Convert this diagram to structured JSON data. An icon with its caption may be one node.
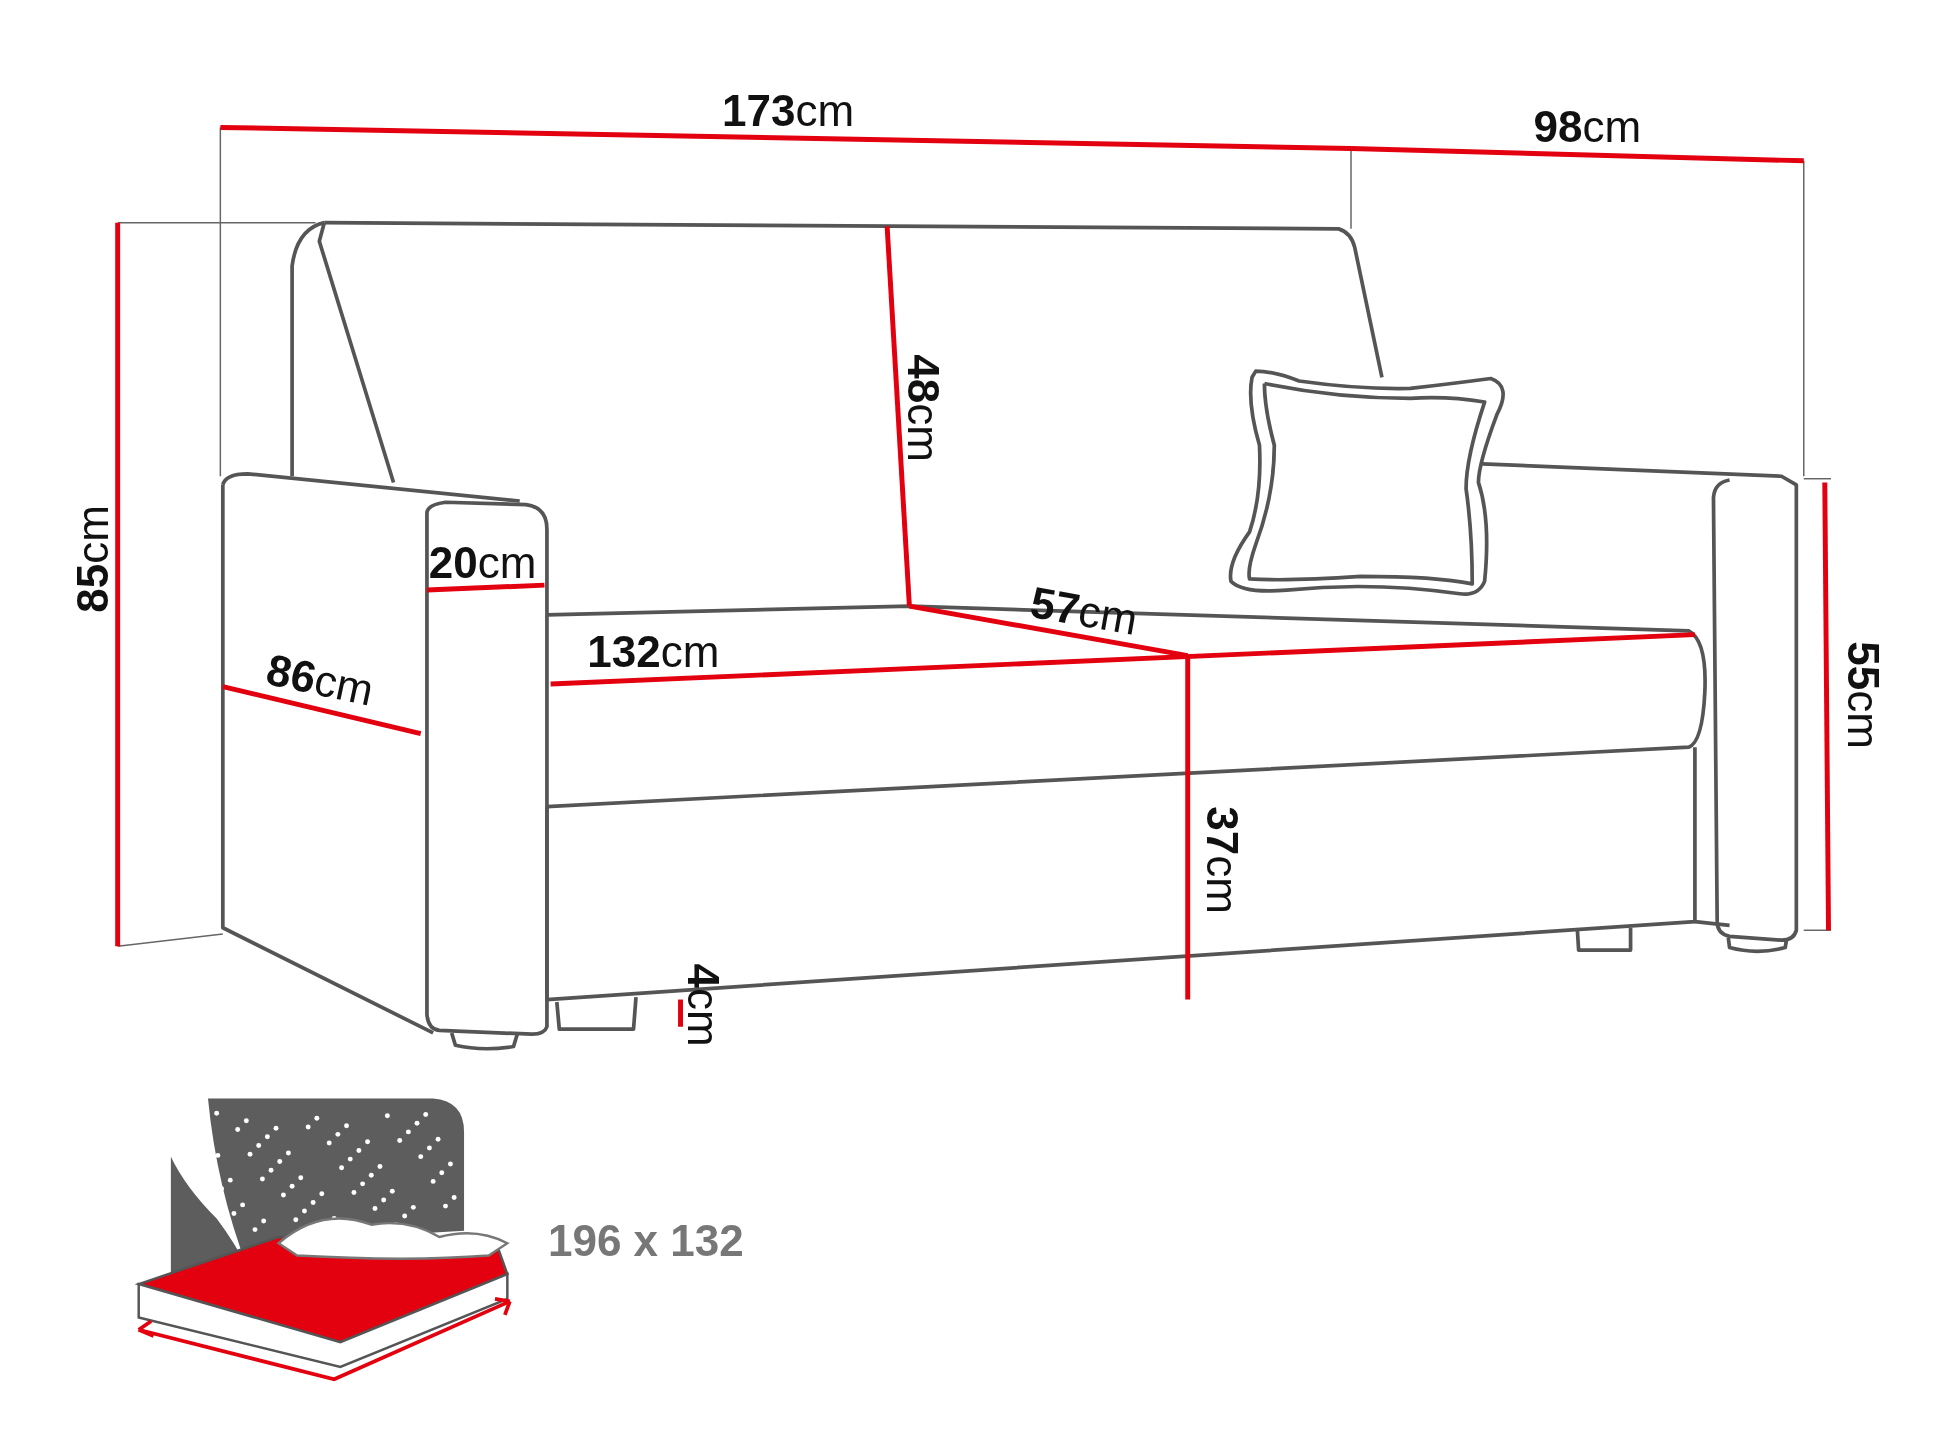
{
  "diagram": {
    "labels": [
      "**173**cm",
      "**98**cm",
      "**85**cm",
      "**48**cm",
      "**20**cm",
      "**57**cm",
      "**86**cm",
      "**132**cm",
      "**55**cm",
      "**37**cm",
      "**4**cm",
      "196 x 132"
    ]
  }
}
